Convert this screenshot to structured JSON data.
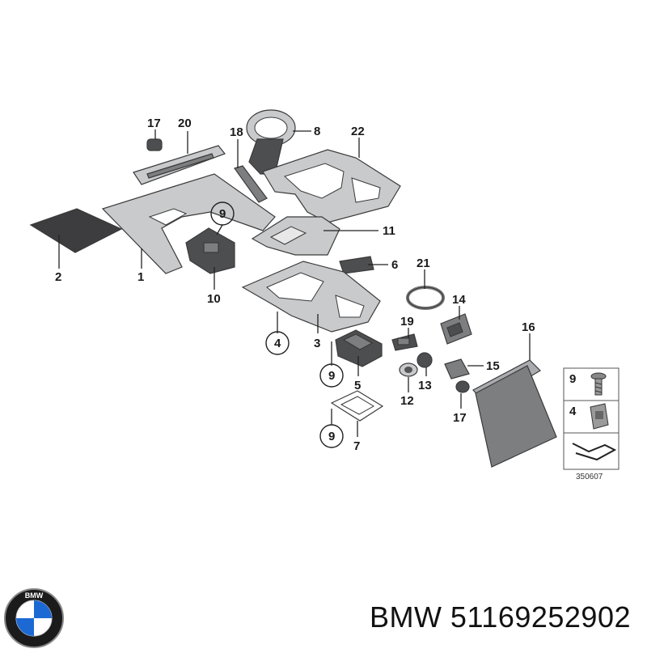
{
  "diagram": {
    "callouts": {
      "c17a": "17",
      "c20": "20",
      "c18": "18",
      "c8": "8",
      "c22": "22",
      "c9a": "9",
      "c11": "11",
      "c2": "2",
      "c1": "1",
      "c10": "10",
      "c6": "6",
      "c21": "21",
      "c14": "14",
      "c4": "4",
      "c3": "3",
      "c19": "19",
      "c16": "16",
      "c9b": "9",
      "c5": "5",
      "c15": "15",
      "c13": "13",
      "c12": "12",
      "c17b": "17",
      "c9c": "9",
      "c7": "7"
    },
    "legend": {
      "row1": "9",
      "row2": "4",
      "image_number": "350607"
    }
  },
  "footer": {
    "brand": "BMW",
    "part_number": "BMW 51169252902",
    "logo_letters": "BMW"
  }
}
